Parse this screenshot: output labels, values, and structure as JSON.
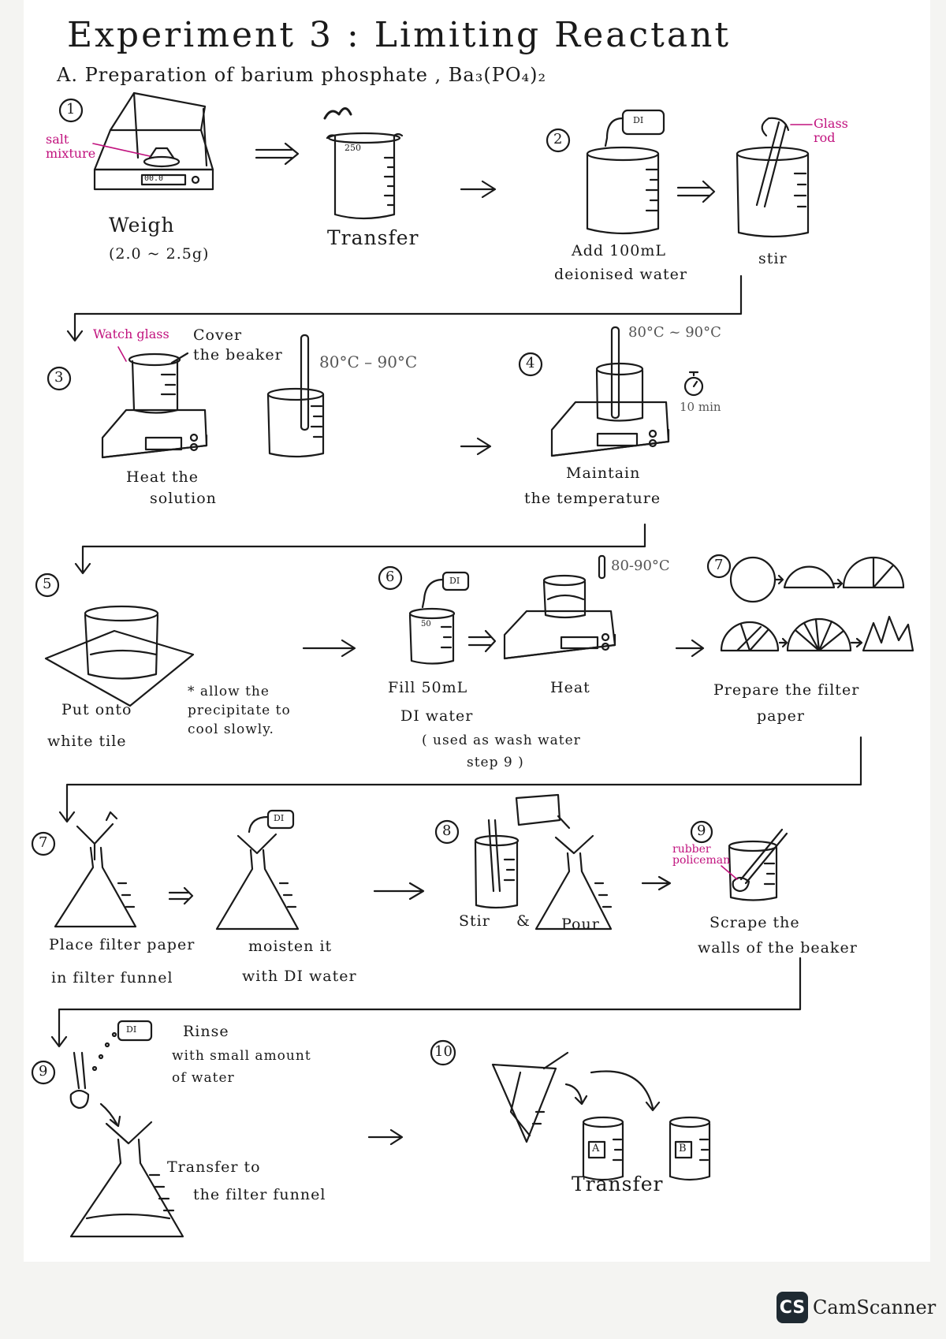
{
  "header": {
    "title": "Experiment 3 : Limiting Reactant",
    "section": "A. Preparation of barium phosphate , Ba₃(PO₄)₂"
  },
  "step_numbers": [
    "1",
    "2",
    "3",
    "4",
    "5",
    "6",
    "7",
    "7",
    "8",
    "9",
    "9",
    "10"
  ],
  "steps": {
    "weigh": {
      "label": "Weigh",
      "detail": "(2.0 ~ 2.5g)",
      "callout": "salt mixture",
      "display": "00.0",
      "beaker_mark": "250"
    },
    "transfer": {
      "label": "Transfer"
    },
    "add_water": {
      "line1": "Add 100mL",
      "line2": "deionised water",
      "bottle": "DI"
    },
    "stir": {
      "label": "stir",
      "callout": "Glass rod"
    },
    "heat": {
      "line1": "Heat the",
      "line2": "solution",
      "callout_glass": "Watch glass",
      "callout_cover_1": "Cover",
      "callout_cover_2": "the beaker",
      "temp": "80°C – 90°C"
    },
    "maintain": {
      "line1": "Maintain",
      "line2": "the temperature",
      "temp": "80°C ~ 90°C",
      "time": "10 min"
    },
    "put_onto": {
      "line1": "Put onto",
      "line2": "white tile",
      "note1": "* allow the",
      "note2": "precipitate to",
      "note3": "cool slowly."
    },
    "fill": {
      "line1": "Fill 50mL",
      "line2": "DI water",
      "bottle": "DI",
      "beaker_mark": "50"
    },
    "heat2": {
      "label": "Heat",
      "temp": "80-90°C",
      "note1": "( used as wash water",
      "note2": "step 9 )"
    },
    "filter_paper": {
      "line1": "Prepare the filter",
      "line2": "paper"
    },
    "place": {
      "line1": "Place filter paper",
      "line2": "in filter funnel"
    },
    "moisten": {
      "line1": "moisten it",
      "line2": "with DI water",
      "bottle": "DI"
    },
    "stir_pour": {
      "line1": "Stir",
      "amp": "&",
      "line2": "Pour"
    },
    "scrape": {
      "line1": "Scrape the",
      "line2": "walls of the beaker",
      "callout": "rubber policeman"
    },
    "rinse": {
      "line1": "Rinse",
      "line2": "with small amount",
      "line3": "of water",
      "bottle": "DI"
    },
    "transfer_funnel": {
      "line1": "Transfer to",
      "line2": "the filter funnel"
    },
    "transfer_final": {
      "label": "Transfer",
      "bottle_a": "A",
      "bottle_b": "B"
    }
  },
  "watermark": {
    "logo": "CS",
    "text": "CamScanner"
  }
}
